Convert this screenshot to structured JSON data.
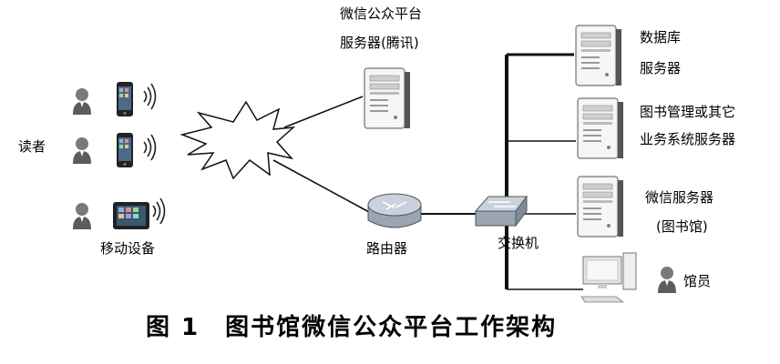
{
  "labels": {
    "wechat_platform_line1": "微信公众平台",
    "wechat_platform_line2": "服务器(腾讯)",
    "readers": "读者",
    "mobile_devices": "移动设备",
    "router": "路由器",
    "switch": "交换机",
    "database_line1": "数据库",
    "database_line2": "服务器",
    "library_mgmt_line1": "图书管理或其它",
    "library_mgmt_line2": "业务系统服务器",
    "wechat_server_line1": "微信服务器",
    "wechat_server_line2": "(图书馆)",
    "librarian": "馆员"
  },
  "caption": "图 1　图书馆微信公众平台工作架构",
  "icons": [
    "person-icon",
    "smartphone-icon",
    "tablet-icon",
    "server-icon",
    "router-icon",
    "switch-icon",
    "desktop-computer-icon",
    "cloud-internet-icon",
    "wifi-signal-icon"
  ]
}
